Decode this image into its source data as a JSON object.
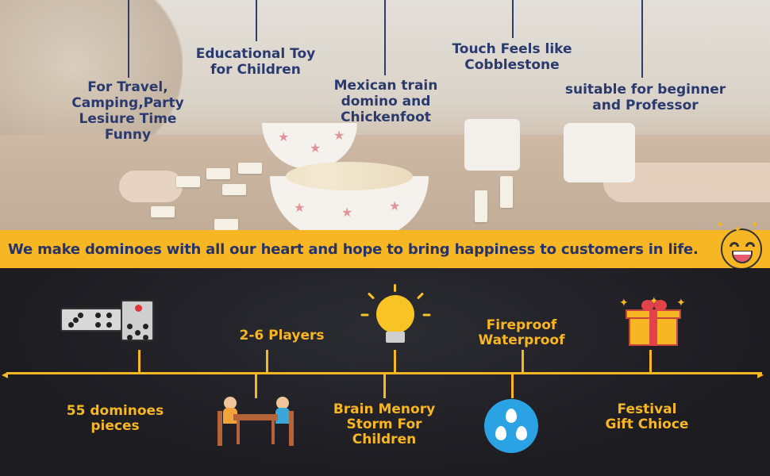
{
  "callouts": [
    {
      "text": "For Travel,\nCamping,Party\nLesiure Time\nFunny"
    },
    {
      "text": "Educational Toy\nfor Children"
    },
    {
      "text": "Mexican train\ndomino and\nChickenfoot"
    },
    {
      "text": "Touch Feels like\nCobblestone"
    },
    {
      "text": "suitable for beginner\nand Professor"
    }
  ],
  "banner": {
    "text": "We make dominoes with all our heart and hope to bring happiness to customers in life."
  },
  "timeline": {
    "items": [
      {
        "label": "55  dominoes\npieces",
        "icon": "dominoes-icon"
      },
      {
        "label": "2-6 Players",
        "icon": "players-at-table-icon"
      },
      {
        "label": "Brain Menory\nStorm For\nChildren",
        "icon": "light-bulb-icon"
      },
      {
        "label": "Fireproof\nWaterproof",
        "icon": "water-drops-icon"
      },
      {
        "label": "Festival\nGift Chioce",
        "icon": "gift-box-icon"
      }
    ]
  },
  "colors": {
    "accent": "#f7b624",
    "callout_text": "#2a3a6f",
    "dark_bg": "#1f1f24"
  }
}
